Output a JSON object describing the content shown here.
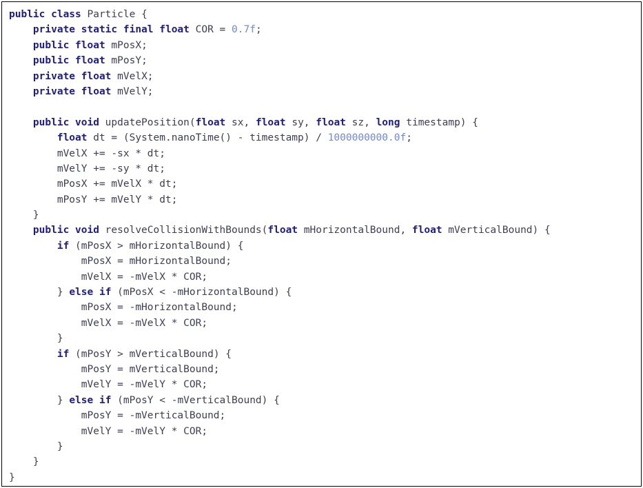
{
  "colors": {
    "keyword": "#1c1c8f",
    "plain": "#3d3d55",
    "number": "#7189d8",
    "border": "#000000",
    "background": "#ffffff"
  },
  "code": {
    "lines": [
      [
        [
          "kw",
          "public class"
        ],
        [
          "pl",
          " Particle {"
        ]
      ],
      [
        [
          "pl",
          "    "
        ],
        [
          "kw",
          "private static final float"
        ],
        [
          "pl",
          " COR = "
        ],
        [
          "num",
          "0.7f"
        ],
        [
          "pl",
          ";"
        ]
      ],
      [
        [
          "pl",
          "    "
        ],
        [
          "kw",
          "public float"
        ],
        [
          "pl",
          " mPosX;"
        ]
      ],
      [
        [
          "pl",
          "    "
        ],
        [
          "kw",
          "public float"
        ],
        [
          "pl",
          " mPosY;"
        ]
      ],
      [
        [
          "pl",
          "    "
        ],
        [
          "kw",
          "private float"
        ],
        [
          "pl",
          " mVelX;"
        ]
      ],
      [
        [
          "pl",
          "    "
        ],
        [
          "kw",
          "private float"
        ],
        [
          "pl",
          " mVelY;"
        ]
      ],
      [],
      [
        [
          "pl",
          "    "
        ],
        [
          "kw",
          "public void"
        ],
        [
          "pl",
          " updatePosition("
        ],
        [
          "kw",
          "float"
        ],
        [
          "pl",
          " sx, "
        ],
        [
          "kw",
          "float"
        ],
        [
          "pl",
          " sy, "
        ],
        [
          "kw",
          "float"
        ],
        [
          "pl",
          " sz, "
        ],
        [
          "kw",
          "long"
        ],
        [
          "pl",
          " timestamp) {"
        ]
      ],
      [
        [
          "pl",
          "        "
        ],
        [
          "kw",
          "float"
        ],
        [
          "pl",
          " dt = (System.nanoTime() - timestamp) / "
        ],
        [
          "num",
          "1000000000.0f"
        ],
        [
          "pl",
          ";"
        ]
      ],
      [
        [
          "pl",
          "        mVelX += -sx * dt;"
        ]
      ],
      [
        [
          "pl",
          "        mVelY += -sy * dt;"
        ]
      ],
      [
        [
          "pl",
          "        mPosX += mVelX * dt;"
        ]
      ],
      [
        [
          "pl",
          "        mPosY += mVelY * dt;"
        ]
      ],
      [
        [
          "pl",
          "    }"
        ]
      ],
      [
        [
          "pl",
          "    "
        ],
        [
          "kw",
          "public void"
        ],
        [
          "pl",
          " resolveCollisionWithBounds("
        ],
        [
          "kw",
          "float"
        ],
        [
          "pl",
          " mHorizontalBound, "
        ],
        [
          "kw",
          "float"
        ],
        [
          "pl",
          " mVerticalBound) {"
        ]
      ],
      [
        [
          "pl",
          "        "
        ],
        [
          "kw",
          "if"
        ],
        [
          "pl",
          " (mPosX > mHorizontalBound) {"
        ]
      ],
      [
        [
          "pl",
          "            mPosX = mHorizontalBound;"
        ]
      ],
      [
        [
          "pl",
          "            mVelX = -mVelX * COR;"
        ]
      ],
      [
        [
          "pl",
          "        } "
        ],
        [
          "kw",
          "else if"
        ],
        [
          "pl",
          " (mPosX < -mHorizontalBound) {"
        ]
      ],
      [
        [
          "pl",
          "            mPosX = -mHorizontalBound;"
        ]
      ],
      [
        [
          "pl",
          "            mVelX = -mVelX * COR;"
        ]
      ],
      [
        [
          "pl",
          "        }"
        ]
      ],
      [
        [
          "pl",
          "        "
        ],
        [
          "kw",
          "if"
        ],
        [
          "pl",
          " (mPosY > mVerticalBound) {"
        ]
      ],
      [
        [
          "pl",
          "            mPosY = mVerticalBound;"
        ]
      ],
      [
        [
          "pl",
          "            mVelY = -mVelY * COR;"
        ]
      ],
      [
        [
          "pl",
          "        } "
        ],
        [
          "kw",
          "else if"
        ],
        [
          "pl",
          " (mPosY < -mVerticalBound) {"
        ]
      ],
      [
        [
          "pl",
          "            mPosY = -mVerticalBound;"
        ]
      ],
      [
        [
          "pl",
          "            mVelY = -mVelY * COR;"
        ]
      ],
      [
        [
          "pl",
          "        }"
        ]
      ],
      [
        [
          "pl",
          "    }"
        ]
      ],
      [
        [
          "pl",
          "}"
        ]
      ]
    ]
  }
}
